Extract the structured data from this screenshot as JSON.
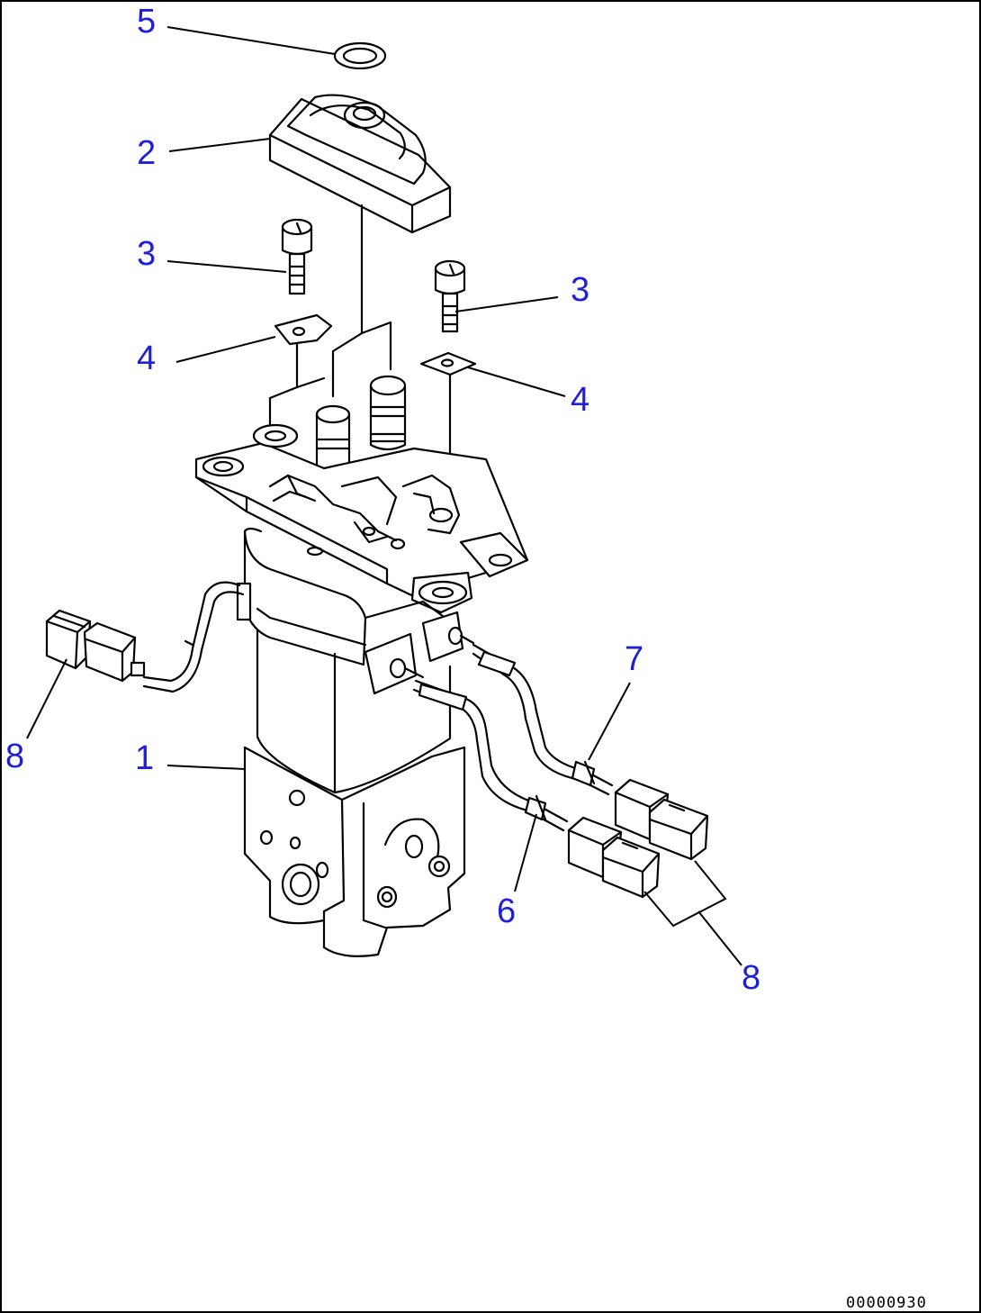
{
  "callouts": {
    "c5": "5",
    "c2": "2",
    "c3a": "3",
    "c3b": "3",
    "c4a": "4",
    "c4b": "4",
    "c7": "7",
    "c8a": "8",
    "c1": "1",
    "c6": "6",
    "c8b": "8"
  },
  "doc_number": "00000930",
  "colors": {
    "callout": "#1f1fd8",
    "line": "#000000",
    "background": "#ffffff"
  }
}
